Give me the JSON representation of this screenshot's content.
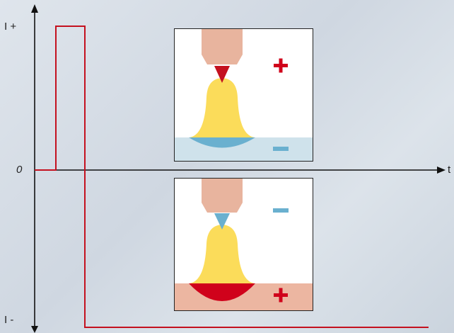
{
  "axis": {
    "y_top_label": "I +",
    "y_bottom_label": "I -",
    "zero_label": "0",
    "x_label": "t"
  },
  "colors": {
    "waveform": "#c4111f",
    "droplet": "#fbdc5a",
    "electrode": "#e8b49e",
    "plasma_blue": "#6ab0cf",
    "plasma_red": "#d0021b",
    "workpiece_blue": "#cfe2eb",
    "workpiece_peach": "#ecb6a1",
    "axis": "#111111"
  },
  "panels": [
    {
      "name": "positive-phase",
      "electrode_polarity": "+",
      "workpiece_polarity": "-"
    },
    {
      "name": "negative-phase",
      "electrode_polarity": "-",
      "workpiece_polarity": "+"
    }
  ],
  "icons": {
    "plus": "plus-icon",
    "minus": "minus-icon"
  }
}
